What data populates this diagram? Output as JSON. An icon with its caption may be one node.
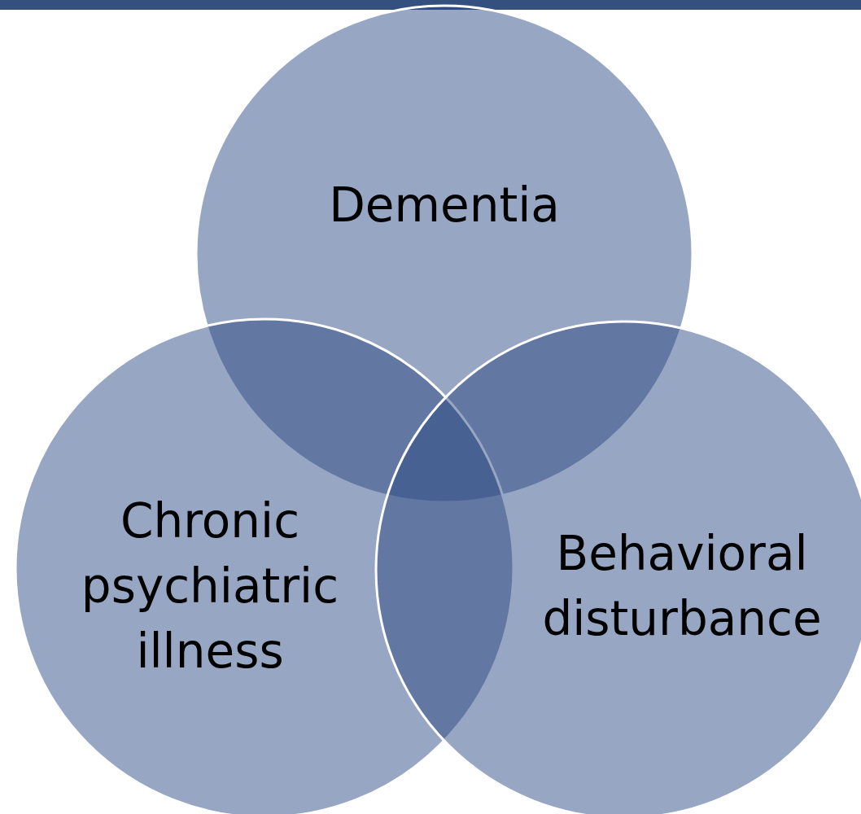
{
  "diagram": {
    "nodes": [
      {
        "text": [
          "Dementia"
        ]
      },
      {
        "text": [
          "Chronic psychiatric illness"
        ]
      },
      {
        "text": [
          "Behavioral disturbance"
        ]
      }
    ]
  }
}
